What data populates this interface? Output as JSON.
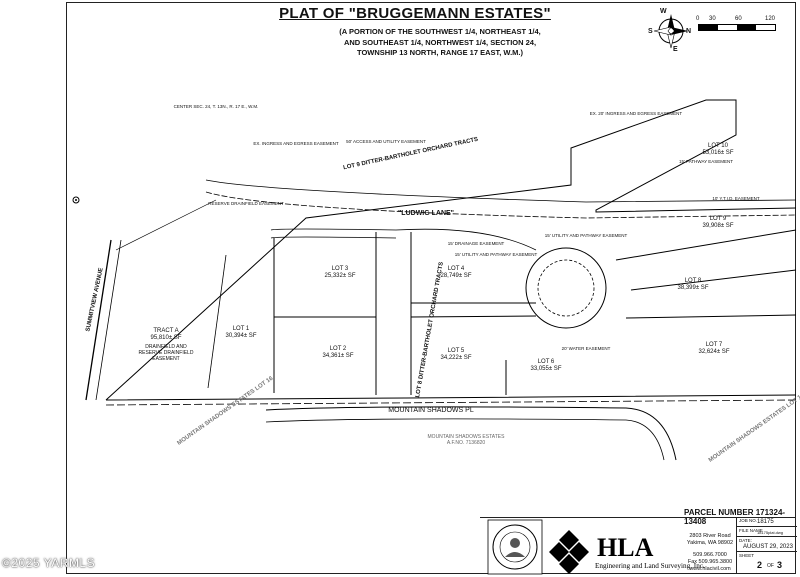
{
  "header": {
    "title": "PLAT OF \"BRUGGEMANN ESTATES\"",
    "subtitle_lines": [
      "(A PORTION OF THE SOUTHWEST 1/4, NORTHEAST 1/4,",
      "AND SOUTHEAST 1/4, NORTHWEST 1/4, SECTION 24,",
      "TOWNSHIP 13 NORTH, RANGE 17 EAST, W.M.)",
      ""
    ]
  },
  "compass": {
    "n": "N",
    "s": "S",
    "e": "E",
    "w": "W"
  },
  "scale": {
    "ticks": [
      "0",
      "30",
      "60",
      "120"
    ]
  },
  "lots": [
    {
      "name": "LOT 3",
      "area": "25,332± SF"
    },
    {
      "name": "LOT 2",
      "area": "34,361± SF"
    },
    {
      "name": "LOT 1",
      "area": "30,394± SF"
    },
    {
      "name": "LOT 4",
      "area": "28,749± SF"
    },
    {
      "name": "LOT 5",
      "area": "34,222± SF"
    },
    {
      "name": "LOT 6",
      "area": "33,055± SF"
    },
    {
      "name": "LOT 7",
      "area": "32,624± SF"
    },
    {
      "name": "LOT 8",
      "area": "38,399± SF"
    },
    {
      "name": "LOT 9",
      "area": "39,908± SF"
    },
    {
      "name": "LOT 10",
      "area": "53,016± SF"
    },
    {
      "name": "TRACT A",
      "area": "95,810± SF"
    }
  ],
  "streets": {
    "ludwig": "\"LUDWIG LANE\"",
    "mountain_shadows_pl": "MOUNTAIN SHADOWS PL",
    "summitview": "SUMMITVIEW AVENUE"
  },
  "adjacent": {
    "ditter_north": "LOT 9 DITTER-BARTHOLET ORCHARD TRACTS",
    "ditter_lot8": "LOT 8 DITTER-BARTHOLET ORCHARD TRACTS",
    "mse_line1": "MOUNTAIN SHADOWS ESTATES",
    "mse_line2": "A.F.NO. 7136820",
    "ms_lot": "MOUNTAIN SHADOWS ESTATES LOT 16",
    "ms_lot1": "MOUNTAIN SHADOWS ESTATES LOT 1"
  },
  "notes": {
    "drainfield": [
      "DRAINFIELD AND",
      "RESERVE DRAINFIELD",
      "EASEMENT"
    ],
    "center_sec": "CENTER SEC. 24, T. 13N., R. 17 E., W.M.",
    "ingress": "EX. INGRESS AND EGRESS EASEMENT",
    "access": "50' ACCESS AND UTILITY EASEMENT",
    "ex_egress": "EX. 20' INGRESS AND EGRESS EASEMENT",
    "drainage": "15' DRAINAGE EASEMENT",
    "utility": "15' UTILITY AND PATHWAY EASEMENT",
    "utility_pathway": "15' UTILITY AND PATHWAY EASEMENT",
    "water": "20' WATER EASEMENT",
    "pathway": "15' PATHWAY EASEMENT",
    "ysid": "10' Y.T.I.D. EASEMENT",
    "reserve_drainfield": "RESERVE DRAINFIELD EASEMENT"
  },
  "footer": {
    "parcel": "PARCEL NUMBER 171324-13408",
    "watermark": "©2025 YARMLS"
  },
  "company": {
    "abbr": "HLA",
    "name": "Engineering and Land Surveying, Inc.",
    "address": [
      "2803 River Road",
      "Yakima, WA 98902",
      "509.966.7000",
      "Fax 509.965.3800",
      "www.hlacivil.com"
    ]
  },
  "info": {
    "job_label": "JOB NO.",
    "job_no": "18175",
    "file_label": "FILE NAME",
    "file_name": "18175plat.dwg",
    "date_label": "DATE:",
    "date": "AUGUST 29, 2023",
    "sheet_label": "SHEET",
    "sheet": "2",
    "of": "OF",
    "total": "3"
  }
}
